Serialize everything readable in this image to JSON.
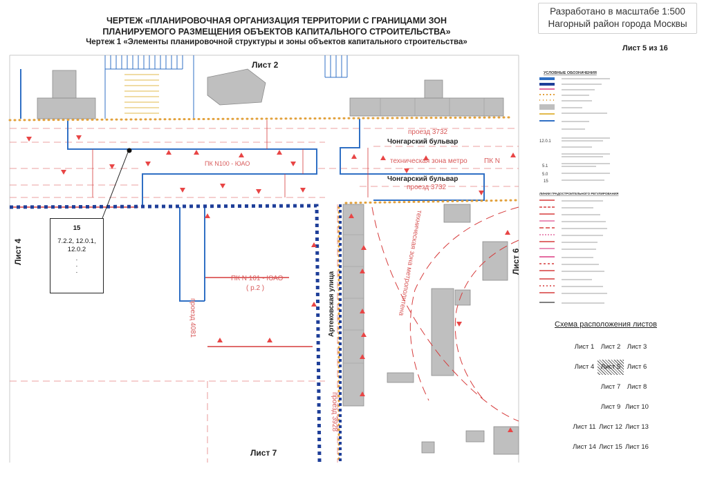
{
  "header": {
    "title_line1": "ЧЕРТЕЖ «ПЛАНИРОВОЧНАЯ ОРГАНИЗАЦИЯ ТЕРРИТОРИИ С ГРАНИЦАМИ ЗОН",
    "title_line2": "ПЛАНИРУЕМОГО РАЗМЕЩЕНИЯ ОБЪЕКТОВ КАПИТАЛЬНОГО СТРОИТЕЛЬСТВА»",
    "subtitle": "Чертеж 1 «Элементы планировочной структуры и зоны объектов капитального строительства»",
    "sheet": "Лист 5 из 16"
  },
  "stamp": {
    "scale": "Разработано в масштабе 1:500",
    "district": "Нагорный район города Москвы"
  },
  "map": {
    "sheet_top": "Лист 2",
    "sheet_left": "Лист 4",
    "sheet_right": "Лист 6",
    "sheet_bottom": "Лист 7",
    "street_chongar_1": "Чонгарский бульвар",
    "street_chongar_2": "Чонгарский бульвар",
    "street_artek": "Артековская улица",
    "proezd_3732_a": "проезд 3732",
    "proezd_3732_b": "проезд 3732",
    "proezd_4081": "проезд 4081",
    "proezd_3928": "проезд 3928",
    "tech_zone_1": "техническая зона метро",
    "tech_zone_2": "техническая зона метрополитена",
    "pk_n": "ПК N",
    "pk_100": "ПК N100 - ЮАО",
    "pk_101_a": "ПК N 101 - ЮАО",
    "pk_101_b": "( р.2 )"
  },
  "infobox": {
    "number": "15",
    "codes_1": "7.2.2, 12.0.1,",
    "codes_2": "12.0.2",
    "dots": "."
  },
  "legend": {
    "title": "УСЛОВНЫЕ ОБОЗНАЧЕНИЯ",
    "n1": "12.0.1",
    "n2": "5.1",
    "n3": "5.0",
    "n4": "15",
    "section_title": "ЛИНИИ ГРАДОСТРОИТЕЛЬНОГО РЕГУЛИРОВАНИЯ"
  },
  "sheet_grid": {
    "title": "Схема расположения листов",
    "cells": [
      {
        "label": "Лист 1",
        "row": 0,
        "col": 0,
        "current": false
      },
      {
        "label": "Лист 2",
        "row": 0,
        "col": 1,
        "current": false
      },
      {
        "label": "Лист 3",
        "row": 0,
        "col": 2,
        "current": false
      },
      {
        "label": "Лист 4",
        "row": 1,
        "col": 0,
        "current": false
      },
      {
        "label": "Лист 5",
        "row": 1,
        "col": 1,
        "current": true
      },
      {
        "label": "Лист 6",
        "row": 1,
        "col": 2,
        "current": false
      },
      {
        "label": "Лист 7",
        "row": 2,
        "col": 1,
        "current": false
      },
      {
        "label": "Лист 8",
        "row": 2,
        "col": 2,
        "current": false
      },
      {
        "label": "Лист 9",
        "row": 3,
        "col": 1,
        "current": false
      },
      {
        "label": "Лист 10",
        "row": 3,
        "col": 2,
        "current": false
      },
      {
        "label": "Лист 11",
        "row": 4,
        "col": 0,
        "current": false
      },
      {
        "label": "Лист 12",
        "row": 4,
        "col": 1,
        "current": false
      },
      {
        "label": "Лист 13",
        "row": 4,
        "col": 2,
        "current": false
      },
      {
        "label": "Лист 14",
        "row": 5,
        "col": 0,
        "current": false
      },
      {
        "label": "Лист 15",
        "row": 5,
        "col": 1,
        "current": false
      },
      {
        "label": "Лист 16",
        "row": 5,
        "col": 2,
        "current": false
      }
    ]
  },
  "colors": {
    "boundary_blue": "#2f6fc4",
    "dashed_navy": "#1f3f99",
    "red_line": "#d63a3a",
    "dotted_orange": "#e2a13c",
    "building": "#bfbfbf"
  }
}
